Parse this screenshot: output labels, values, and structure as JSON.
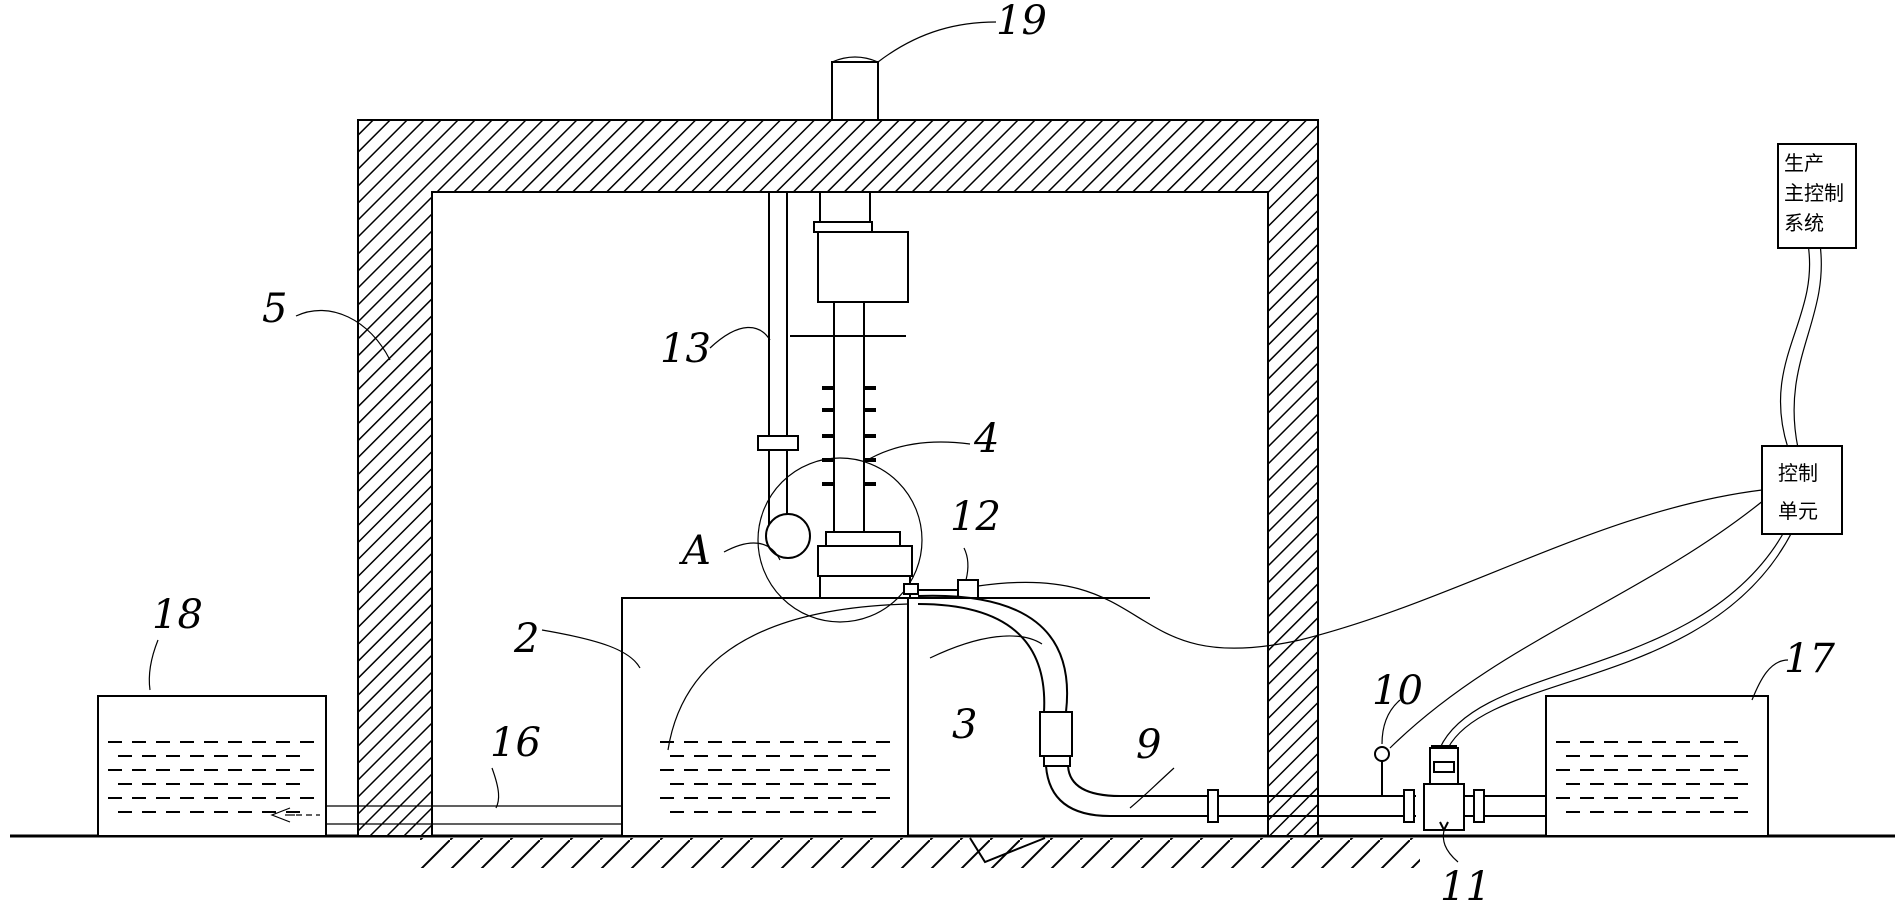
{
  "labels": {
    "n2": "2",
    "n3": "3",
    "n4": "4",
    "n5": "5",
    "n9": "9",
    "n10": "10",
    "n11": "11",
    "n12": "12",
    "n13": "13",
    "n16": "16",
    "n17": "17",
    "n18": "18",
    "n19": "19",
    "nA": "A"
  },
  "boxes": {
    "production_control": [
      "生产",
      "主控制",
      "系统"
    ],
    "control_unit": [
      "控制",
      "单元"
    ]
  }
}
